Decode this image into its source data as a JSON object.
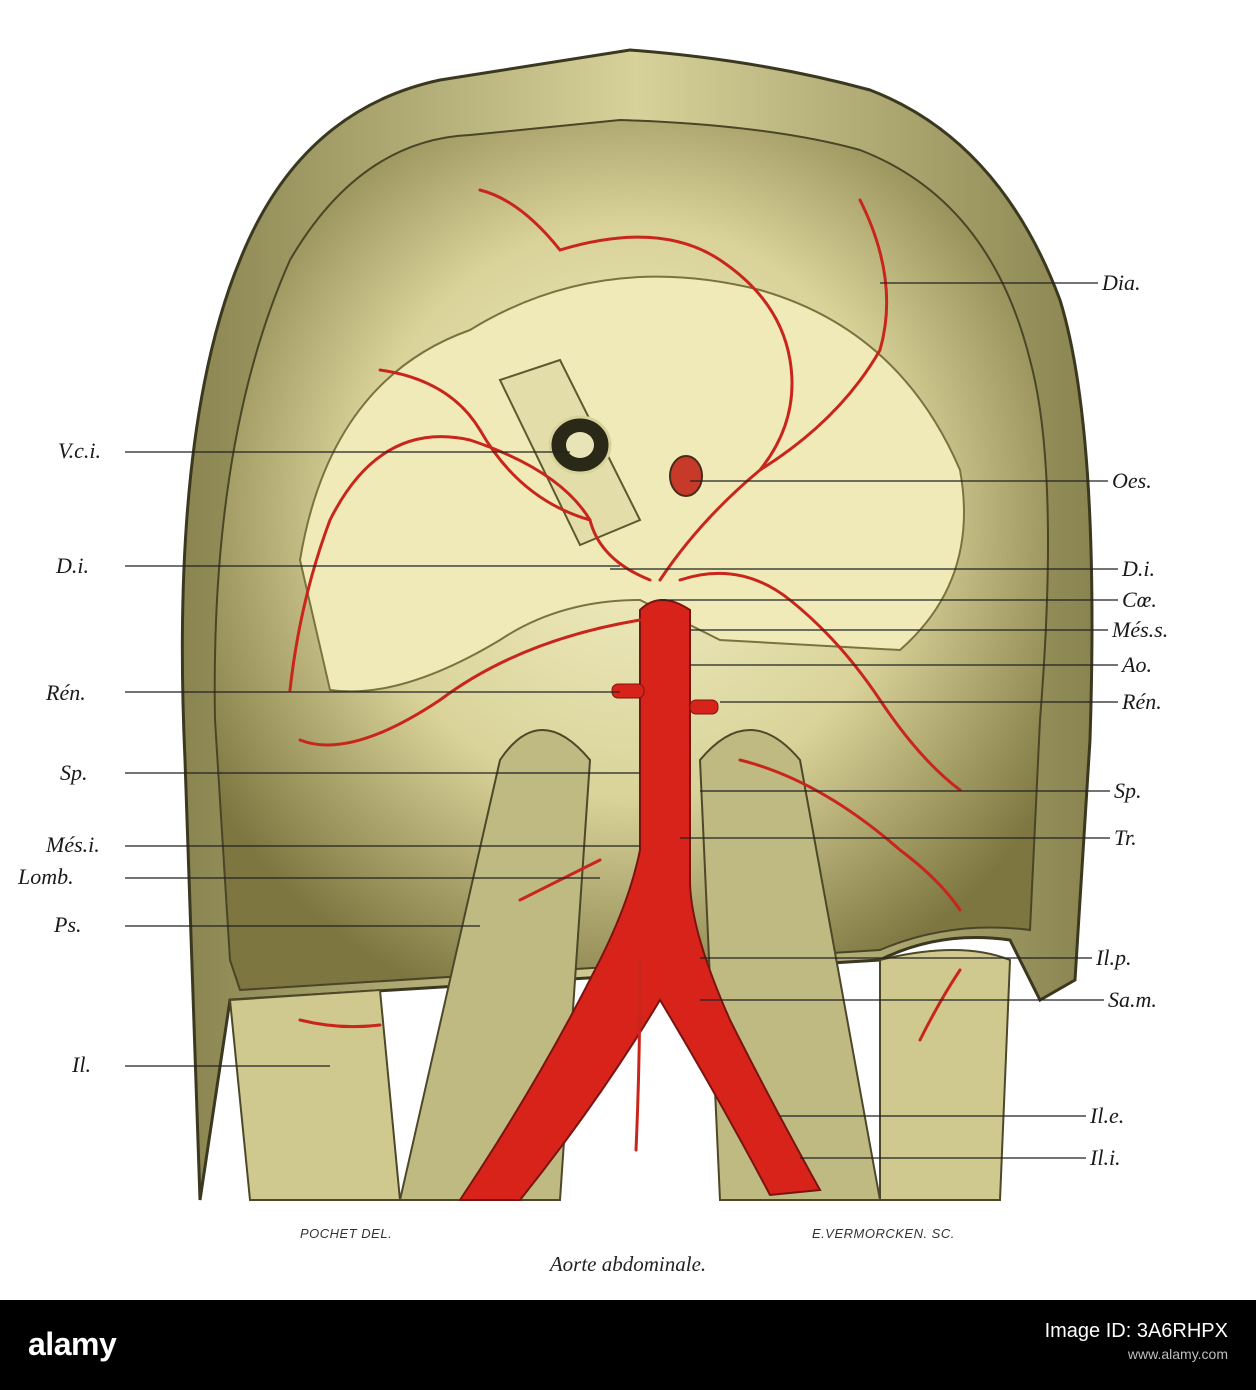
{
  "plate": {
    "caption": "Aorte abdominale.",
    "credit_left": "POCHET DEL.",
    "credit_right": "E.VERMORCKEN. SC.",
    "labels_left": [
      "V.c.i.",
      "D.i.",
      "Rén.",
      "Sp.",
      "Més.i.",
      "Lomb.",
      "Ps.",
      "Il."
    ],
    "labels_right": [
      "Dia.",
      "Oes.",
      "D.i.",
      "Cœ.",
      "Més.s.",
      "Ao.",
      "Rén.",
      "Sp.",
      "Tr.",
      "Il.p.",
      "Sa.m.",
      "Il.e.",
      "Il.i."
    ],
    "colors": {
      "artery": "#d8231b",
      "tissue": "#e7e2a6",
      "shadow": "#6f6a3a"
    }
  },
  "footer": {
    "logo_text": "alamy",
    "image_id_label": "Image ID: 3A6RHPX",
    "url_text": "www.alamy.com"
  }
}
